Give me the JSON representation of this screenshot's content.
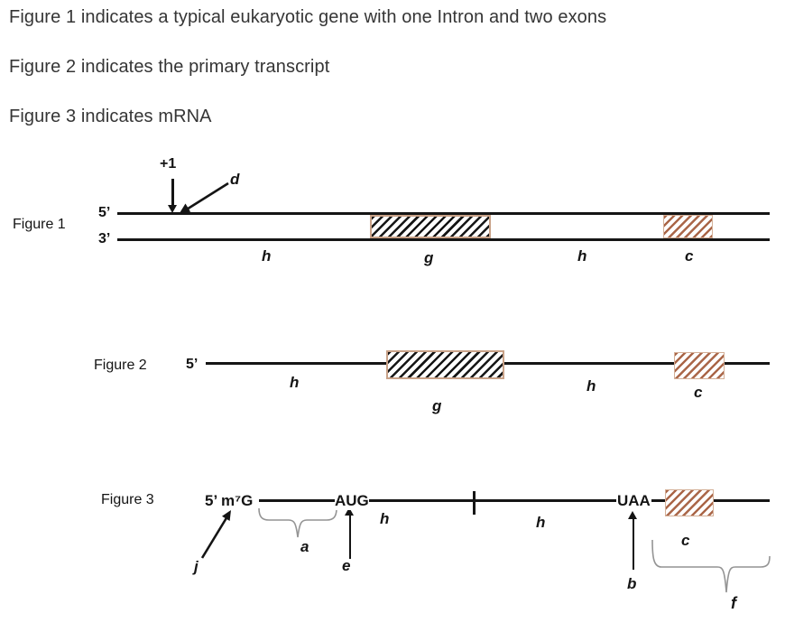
{
  "colors": {
    "text": "#353535",
    "line_black": "#151515",
    "hatch_black": "#151515",
    "hatch_orange": "#aa6648",
    "box_border_tan": "#c9a288",
    "brace_gray": "#949494"
  },
  "header": {
    "line1": "Figure 1 indicates a typical eukaryotic gene with one Intron and two exons",
    "line2": "Figure 2 indicates the primary transcript",
    "line3": "Figure 3 indicates mRNA"
  },
  "figure1": {
    "label": "Figure 1",
    "five_prime": "5’",
    "three_prime": "3’",
    "transcription_start": "+1",
    "d": "d",
    "h1": "h",
    "g": "g",
    "h2": "h",
    "c": "c"
  },
  "figure2": {
    "label": "Figure 2",
    "five_prime": "5’",
    "h1": "h",
    "g": "g",
    "h2": "h",
    "c": "c"
  },
  "figure3": {
    "label": "Figure 3",
    "cap": "5’ m⁷G",
    "start_codon": "AUG",
    "stop_codon": "UAA",
    "j": "j",
    "a": "a",
    "e": "e",
    "h1": "h",
    "h2": "h",
    "b": "b",
    "c": "c",
    "f": "f"
  }
}
